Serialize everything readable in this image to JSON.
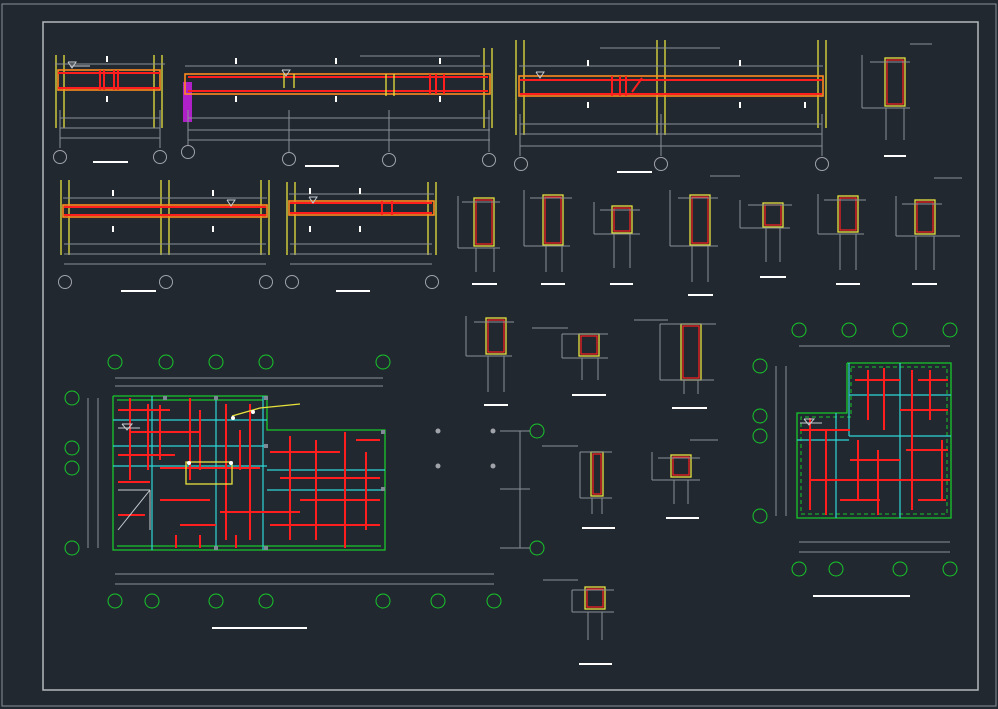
{
  "drawing": {
    "background": "#212830",
    "colors": {
      "frame": "#8a8f96",
      "column_outline": "#e8e23c",
      "rebar": "#ff1e1e",
      "beam_fill": "#ff8a1e",
      "wall": "#18c82a",
      "beam_line": "#2fd6d6",
      "dimension": "#8a8f96",
      "label": "#ffffff"
    },
    "views": [
      "beam-section-1",
      "beam-section-2",
      "beam-section-3",
      "beam-section-4",
      "beam-section-5",
      "column-details",
      "foundation-plan-left",
      "foundation-plan-right"
    ]
  }
}
